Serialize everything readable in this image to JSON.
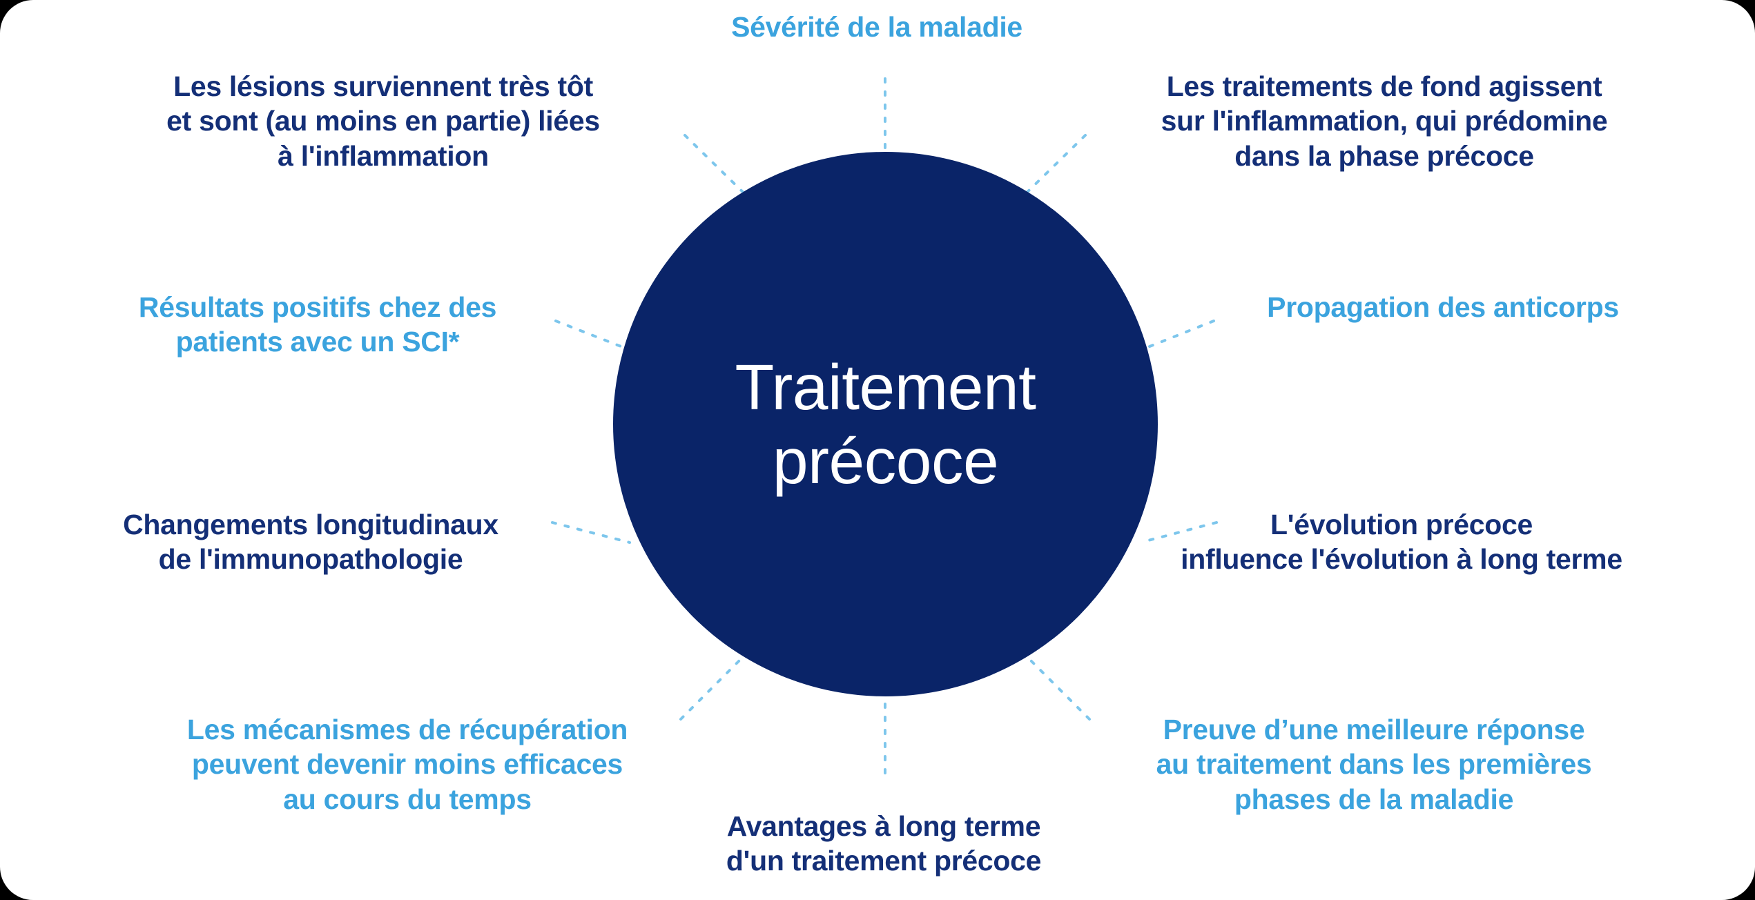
{
  "diagram": {
    "type": "hub-and-spoke",
    "center": {
      "label": "Traitement\nprécoce",
      "color": "#0a2468",
      "text_color": "#ffffff"
    },
    "colors": {
      "navy": "#142f77",
      "cyan": "#3ba3de",
      "hub": "#0a2468",
      "connector": "#7dc6ec",
      "background": "#ffffff"
    },
    "nodes": [
      {
        "id": "severity",
        "label": "Sévérité de la maladie",
        "color": "cyan",
        "position": "top"
      },
      {
        "id": "lesions",
        "label": "Les lésions surviennent très tôt\net sont (au moins en partie) liées\nà l'inflammation",
        "color": "navy",
        "position": "top-left"
      },
      {
        "id": "dmards",
        "label": "Les traitements de fond agissent\nsur l'inflammation, qui prédomine\ndans la phase précoce",
        "color": "navy",
        "position": "top-right"
      },
      {
        "id": "sci",
        "label": "Résultats positifs chez des\npatients avec un SCI*",
        "color": "cyan",
        "position": "left"
      },
      {
        "id": "antibody",
        "label": "Propagation des anticorps",
        "color": "cyan",
        "position": "right"
      },
      {
        "id": "longitudinal",
        "label": "Changements longitudinaux\nde l'immunopathologie",
        "color": "navy",
        "position": "lower-left"
      },
      {
        "id": "evolution",
        "label": "L'évolution précoce\ninfluence l'évolution à long terme",
        "color": "navy",
        "position": "lower-right"
      },
      {
        "id": "repair",
        "label": "Les mécanismes de récupération\npeuvent devenir moins efficaces\nau cours du temps",
        "color": "cyan",
        "position": "bottom-left"
      },
      {
        "id": "response",
        "label": "Preuve d’une meilleure réponse\nau traitement dans les premières\nphases de la maladie",
        "color": "cyan",
        "position": "bottom-right"
      },
      {
        "id": "longterm",
        "label": "Avantages à long terme\nd'un traitement précoce",
        "color": "navy",
        "position": "bottom"
      }
    ]
  }
}
